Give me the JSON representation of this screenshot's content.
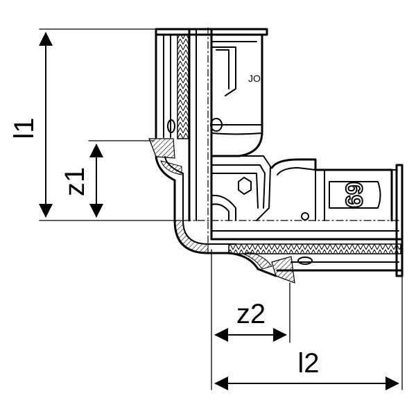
{
  "dimensions": {
    "l1": "l1",
    "z1": "z1",
    "z2": "z2",
    "l2": "l2"
  },
  "fitting_marking": "69",
  "colors": {
    "line": "#000000",
    "background": "#ffffff"
  }
}
